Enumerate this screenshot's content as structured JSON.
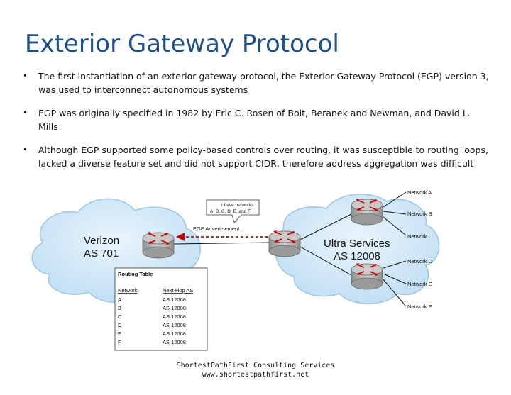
{
  "slide": {
    "title": "Exterior Gateway Protocol",
    "bullets": [
      "The first instantiation of an exterior gateway protocol, the Exterior Gateway Protocol (EGP) version 3, was used to interconnect autonomous systems",
      "EGP was originally specified in 1982 by Eric C. Rosen of Bolt, Beranek and Newman, and David L. Mills",
      "Although EGP supported some policy-based controls over routing, it was susceptible to routing loops, lacked a diverse feature set and did not support CIDR, therefore address aggregation was difficult"
    ],
    "bullet_symbol": "•"
  },
  "diagram": {
    "left_cloud": {
      "name": "Verizon",
      "as": "AS 701"
    },
    "right_cloud": {
      "name": "Ultra Services",
      "as": "AS 12008"
    },
    "advertisement_label": "EGP Advertisement",
    "callout_lines": [
      "I have networks",
      "A, B, C, D, E, and F"
    ],
    "networks": [
      "Network A",
      "Network B",
      "Network C",
      "Network D",
      "Network E",
      "Network F"
    ],
    "routing_table": {
      "title": "Routing Table",
      "headers": [
        "Network",
        "Next-Hop AS"
      ],
      "rows": [
        [
          "A",
          "AS 12008"
        ],
        [
          "B",
          "AS 12008"
        ],
        [
          "C",
          "AS 12008"
        ],
        [
          "D",
          "AS 12008"
        ],
        [
          "E",
          "AS 12008"
        ],
        [
          "F",
          "AS 12008"
        ]
      ]
    },
    "colors": {
      "cloud_fill": "#cfe6f7",
      "cloud_stroke": "#9cc6e6",
      "router_body": "#b8b8b8",
      "arrow_red": "#cc0000",
      "advert_arrow": "#cc2222"
    }
  },
  "footer": {
    "line1": "ShortestPathFirst Consulting Services",
    "line2": "www.shortestpathfirst.net"
  }
}
